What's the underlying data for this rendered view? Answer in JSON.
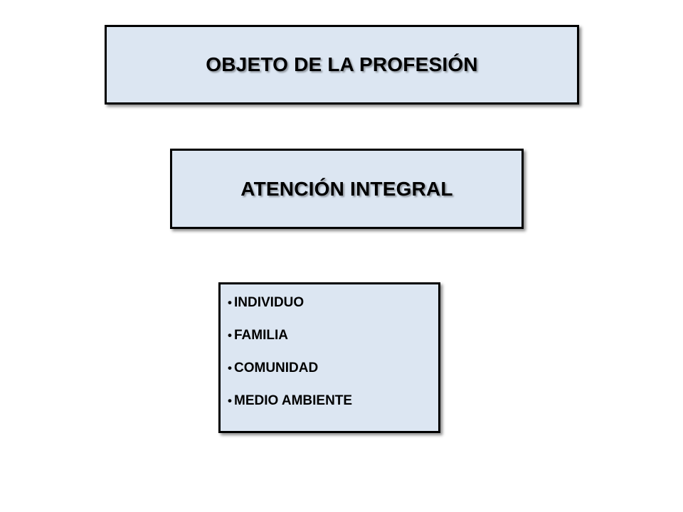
{
  "title": "OBJETO DE LA PROFESIÓN",
  "subtitle": "ATENCIÓN INTEGRAL",
  "bullet_glyph": "•",
  "items": [
    {
      "label": "INDIVIDUO"
    },
    {
      "label": "FAMILIA"
    },
    {
      "label": "COMUNIDAD"
    },
    {
      "label": "MEDIO AMBIENTE"
    }
  ],
  "colors": {
    "box_fill": "#dce6f2",
    "box_border": "#000000",
    "text": "#000000",
    "background": "#ffffff"
  }
}
